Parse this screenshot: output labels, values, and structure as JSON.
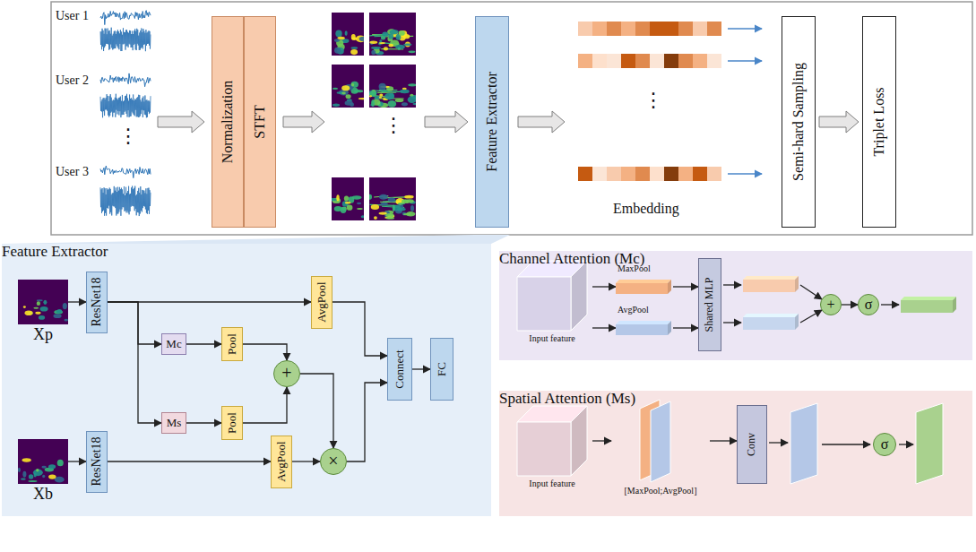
{
  "diagram": {
    "nodes": [
      {
        "text": [
          "Normalization"
        ]
      },
      {
        "text": [
          "STFT"
        ]
      },
      {
        "text": [
          "Feature Extractor"
        ]
      },
      {
        "text": [
          "Semi-hard Sampling"
        ]
      },
      {
        "text": [
          "Triplet Loss"
        ]
      },
      {
        "text": [
          "Feature Extractor"
        ]
      },
      {
        "text": [
          "Xp"
        ],
        "in": 5
      },
      {
        "text": [
          "ResNet18"
        ],
        "in": 5
      },
      {
        "text": [
          "Mc"
        ],
        "in": 5
      },
      {
        "text": [
          "Ms"
        ],
        "in": 5
      },
      {
        "text": [
          "Pool"
        ],
        "in": 5
      },
      {
        "text": [
          "Pool"
        ],
        "in": 5
      },
      {
        "text": [
          "AvgPool"
        ],
        "in": 5
      },
      {
        "text": [
          "+"
        ],
        "in": 5
      },
      {
        "text": [
          "Xb"
        ],
        "in": 5
      },
      {
        "text": [
          "ResNet18"
        ],
        "in": 5
      },
      {
        "text": [
          "AvgPool"
        ],
        "in": 5
      },
      {
        "text": [
          "×"
        ],
        "in": 5
      },
      {
        "text": [
          "Connect"
        ],
        "in": 5
      },
      {
        "text": [
          "FC"
        ],
        "in": 5
      },
      {
        "text": [
          "Channel Attention (Mc)"
        ]
      },
      {
        "text": [
          "Input feature"
        ],
        "in": 20
      },
      {
        "text": [
          "MaxPool"
        ],
        "in": 20
      },
      {
        "text": [
          "AvgPool"
        ],
        "in": 20
      },
      {
        "text": [
          "Shared MLP"
        ],
        "in": 20
      },
      {
        "text": [
          "+"
        ],
        "in": 20
      },
      {
        "text": [
          "σ"
        ],
        "in": 20
      },
      {
        "text": [
          "Spatial Attention (Ms)"
        ]
      },
      {
        "text": [
          "Input feature"
        ],
        "in": 27
      },
      {
        "text": [
          "[MaxPool;AvgPool]"
        ],
        "in": 27
      },
      {
        "text": [
          "Conv"
        ],
        "in": 27
      },
      {
        "text": [
          "σ"
        ],
        "in": 27
      }
    ],
    "edges": [
      {
        "from": 3,
        "to": 4,
        "arrow": "to"
      },
      {
        "from": 6,
        "to": 7,
        "arrow": "to"
      },
      {
        "from": 7,
        "to": 12,
        "arrow": "to"
      },
      {
        "from": 7,
        "to": 8,
        "arrow": "to"
      },
      {
        "from": 7,
        "to": 9,
        "arrow": "to"
      },
      {
        "from": 8,
        "to": 10,
        "arrow": "to"
      },
      {
        "from": 9,
        "to": 11,
        "arrow": "to"
      },
      {
        "from": 10,
        "to": 13,
        "arrow": "to"
      },
      {
        "from": 11,
        "to": 13,
        "arrow": "to"
      },
      {
        "from": 13,
        "to": 17,
        "arrow": "to"
      },
      {
        "from": 14,
        "to": 15,
        "arrow": "to"
      },
      {
        "from": 15,
        "to": 16,
        "arrow": "to"
      },
      {
        "from": 16,
        "to": 17,
        "arrow": "to"
      },
      {
        "from": 12,
        "to": 18,
        "arrow": "to"
      },
      {
        "from": 17,
        "to": 18,
        "arrow": "to"
      },
      {
        "from": 18,
        "to": 19,
        "arrow": "to"
      },
      {
        "from": 21,
        "to": 22,
        "arrow": "to"
      },
      {
        "from": 21,
        "to": 23,
        "arrow": "to"
      },
      {
        "from": 22,
        "to": 24,
        "arrow": "to"
      },
      {
        "from": 23,
        "to": 24,
        "arrow": "to"
      },
      {
        "from": 25,
        "to": 26,
        "arrow": "to"
      },
      {
        "from": 28,
        "to": 29,
        "arrow": "to"
      },
      {
        "from": 29,
        "to": 30,
        "arrow": "to"
      }
    ],
    "labels": [
      "User 1",
      "User 2",
      "⋮",
      "User 3",
      "⋮",
      "⋮",
      "Embedding"
    ]
  }
}
